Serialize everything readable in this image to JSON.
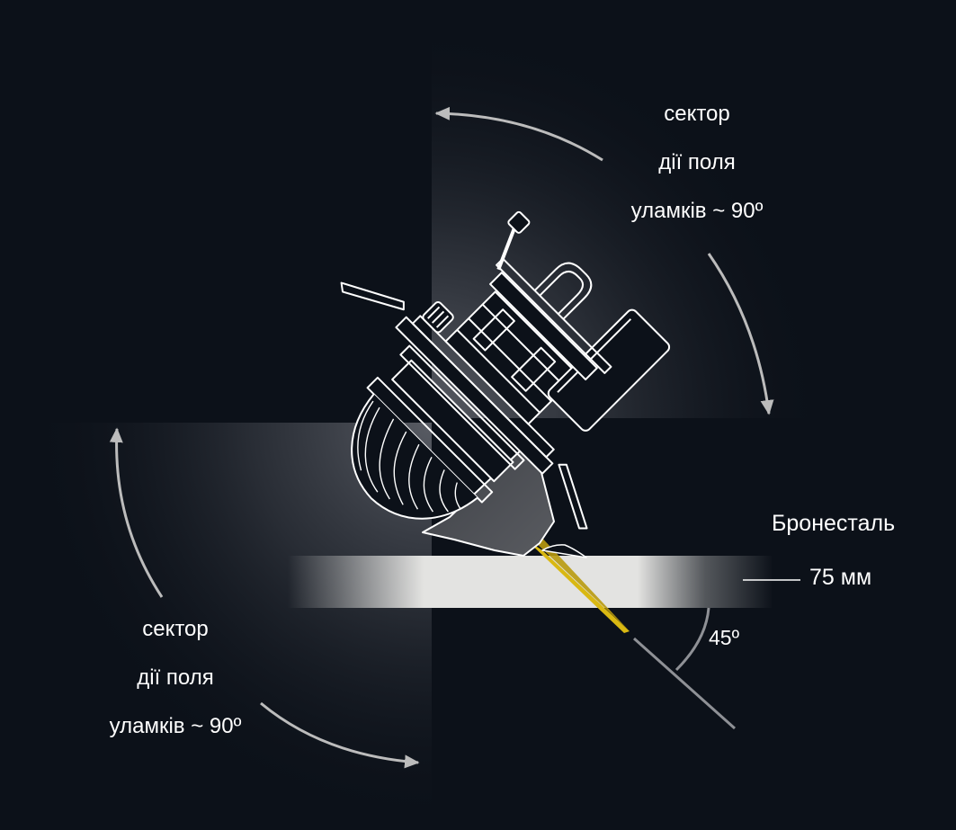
{
  "sector_top": {
    "line1": "сектор",
    "line2": "дії поля",
    "line3": "уламків ~ 90º"
  },
  "sector_bottom": {
    "line1": "сектор",
    "line2": "дії поля",
    "line3": "уламків ~ 90º"
  },
  "armor": {
    "material": "Бронесталь",
    "thickness": "75 мм",
    "angle": "45º"
  },
  "colors": {
    "background": "#0c1119",
    "outline": "#ffffff",
    "jet": "#e6c619",
    "plate": "#e3e3e1",
    "arrow": "#bcbcbc"
  }
}
